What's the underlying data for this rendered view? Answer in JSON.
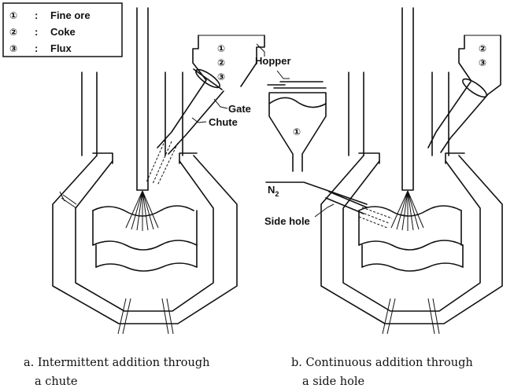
{
  "legend": {
    "items": [
      {
        "symbol": "①",
        "sep": ":",
        "text": "Fine ore"
      },
      {
        "symbol": "②",
        "sep": ":",
        "text": "Coke"
      },
      {
        "symbol": "③",
        "sep": ":",
        "text": "Flux"
      }
    ]
  },
  "labels": {
    "hopper": "Hopper",
    "gate": "Gate",
    "chute": "Chute",
    "n2": "N",
    "n2_sub": "2",
    "side_hole": "Side hole"
  },
  "markers": {
    "chute_hopper": [
      "①",
      "②",
      "③"
    ],
    "side_hopper": "①",
    "right_hopper": [
      "②",
      "③"
    ]
  },
  "captions": {
    "a_line1": "a. Intermittent addition through",
    "a_line2": "a chute",
    "b_line1": "b. Continuous addition through",
    "b_line2": "a side hole"
  }
}
